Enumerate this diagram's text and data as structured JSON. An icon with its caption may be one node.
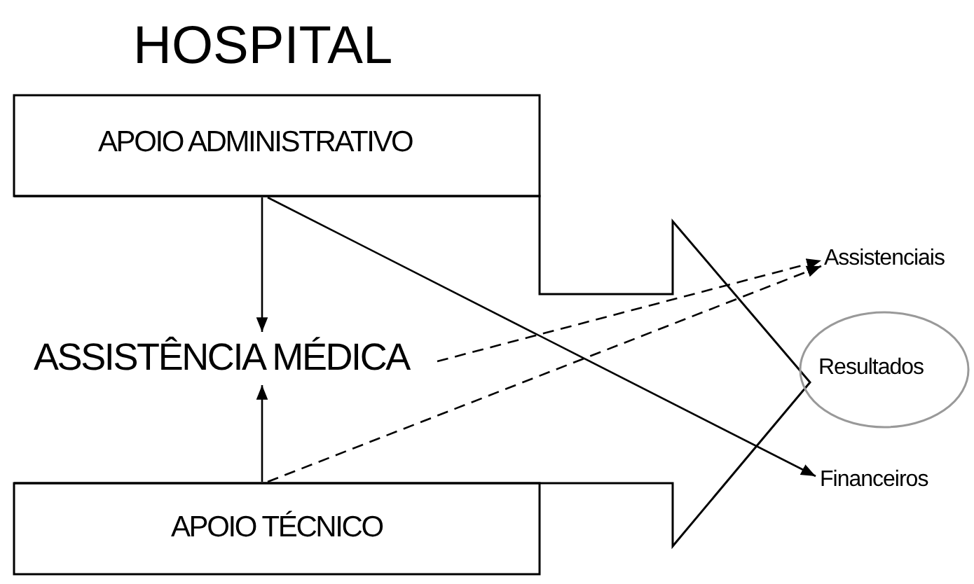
{
  "diagram": {
    "title": "HOSPITAL",
    "nodes": [
      {
        "text": [
          "APOIO ADMINISTRATIVO"
        ]
      },
      {
        "text": [
          "ASSISTÊNCIA MÉDICA"
        ]
      },
      {
        "text": [
          "APOIO TÉCNICO"
        ]
      },
      {
        "text": [
          "Resultados"
        ]
      },
      {
        "text": [
          "Assistenciais"
        ]
      },
      {
        "text": [
          "Financeiros"
        ]
      }
    ],
    "edges": [
      {
        "from": 0,
        "to": 1,
        "arrow": "to"
      },
      {
        "from": 2,
        "to": 1,
        "arrow": "to"
      },
      {
        "from": 0,
        "to": 5,
        "arrow": "to"
      },
      {
        "from": 1,
        "to": 4,
        "arrow": "to",
        "style": "dashed"
      },
      {
        "from": 2,
        "to": 4,
        "arrow": "to",
        "style": "dashed"
      }
    ]
  }
}
